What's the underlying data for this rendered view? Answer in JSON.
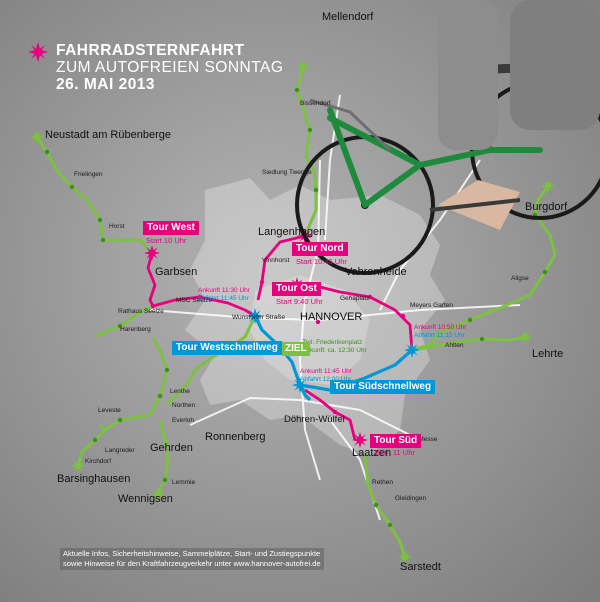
{
  "title": {
    "line1": "FAHRRADSTERNFAHRT",
    "line2": "ZUM AUTOFREIEN SONNTAG",
    "line3": "26. MAI 2013"
  },
  "towns": {
    "mellendorf": "Mellendorf",
    "neustadt": "Neustadt am Rübenberge",
    "langenhagen": "Langenhagen",
    "garbsen": "Garbsen",
    "vahrenheide": "Vahrenheide",
    "hannover": "HANNOVER",
    "burgdorf": "Burgdorf",
    "lehrte": "Lehrte",
    "ronnenberg": "Ronnenberg",
    "gehrden": "Gehrden",
    "barsinghausen": "Barsinghausen",
    "wennigsen": "Wennigsen",
    "laatzen": "Laatzen",
    "doehren": "Döhren-Wülfel",
    "sarstedt": "Sarstedt"
  },
  "places": {
    "bissendorf": "Bissendorf",
    "siedlung": "Siedlung Twenge",
    "frielingen": "Frielingen",
    "horst": "Horst",
    "vinnhorst": "Vinnhorst",
    "gehaplatz": "Gehaplatz",
    "meyers": "Meyers Garten",
    "aligse": "Aligse",
    "ahlten": "Ahlten",
    "msc": "MSC Seelze",
    "rathaus": "Rathaus Seelze",
    "harenberg": "Harenberg",
    "wunstorfer": "Wunstorfer Straße",
    "lenthe": "Lenthe",
    "northen": "Northen",
    "everloh": "Everloh",
    "leveste": "Leveste",
    "langreder": "Langreder",
    "kirchdorf": "Kirchdorf",
    "lemmie": "Lemmie",
    "messe": "Bhf. Hannover Messe",
    "rethen": "Rethen",
    "gleidingen": "Gleidingen"
  },
  "tours": {
    "west": {
      "name": "Tour West",
      "start": "Start 10 Uhr"
    },
    "nord": {
      "name": "Tour Nord",
      "start": "Start 10:45 Uhr"
    },
    "ost": {
      "name": "Tour Ost",
      "start": "Start 9:40 Uhr"
    },
    "sued": {
      "name": "Tour Süd",
      "start": "Start 11 Uhr"
    }
  },
  "schnellwege": {
    "west": "Tour Westschnellweg",
    "sued": "Tour Südschnellweg"
  },
  "times": {
    "west_ankunft": "Ankunft 11:30 Uhr",
    "west_abfahrt": "Abfahrt 11:45 Uhr",
    "ost_ankunft": "Ankunft 10:50 Uhr",
    "ost_abfahrt": "Abfahrt 11:15 Uhr",
    "sued_ankunft": "Ankunft 11:45 Uhr",
    "sued_abfahrt": "Abfahrt 12:00 Uhr"
  },
  "ziel": {
    "label": "ZIEL",
    "place": "Ziel: Friederikenplatz",
    "ankunft": "Ankunft: ca. 12:30 Uhr"
  },
  "info": {
    "line1": "Aktuelle Infos, Sicherheitshinweise, Sammelplätze, Start- und Zustiegspunkte",
    "line2": "sowie Hinweise für den Kraftfahrzeugverkehr unter www.hannover-autofrei.de"
  },
  "colors": {
    "magenta": "#e6007e",
    "cyan": "#0097d7",
    "green": "#7cc142",
    "bike": "#1e8a3c"
  }
}
